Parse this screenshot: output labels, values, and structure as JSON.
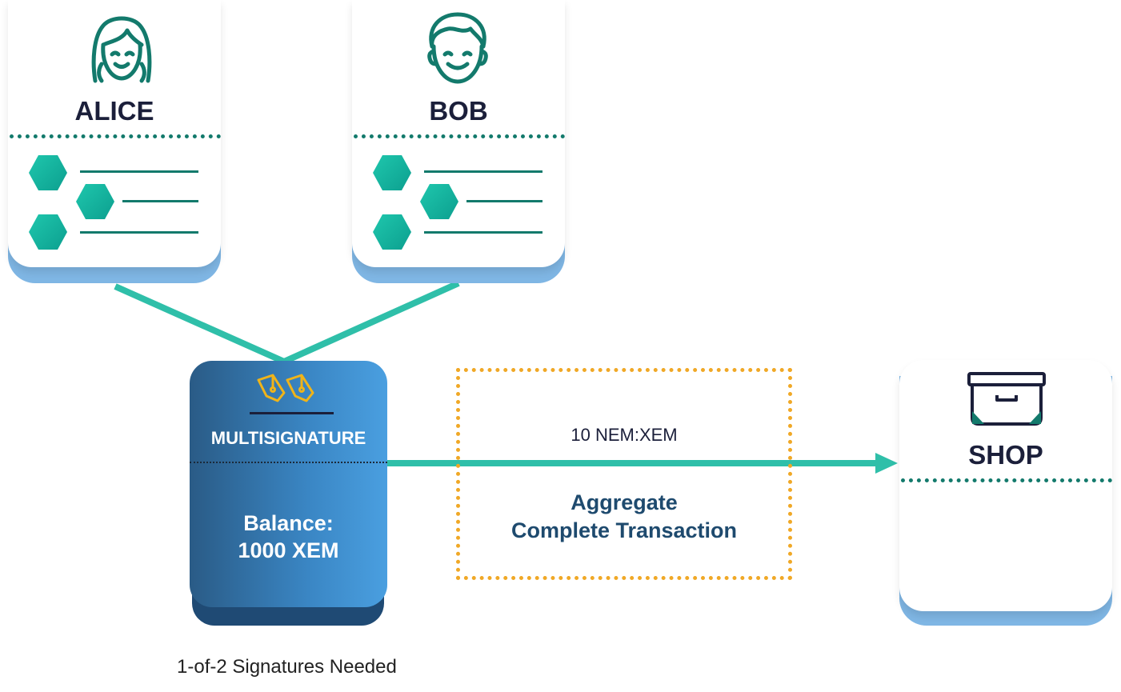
{
  "alice": {
    "title": "ALICE"
  },
  "bob": {
    "title": "BOB"
  },
  "shop": {
    "title": "SHOP"
  },
  "multisig": {
    "label": "MULTISIGNATURE",
    "balance_label": "Balance:",
    "balance_value": "1000 XEM"
  },
  "transfer": {
    "amount": "10 NEM:XEM"
  },
  "aggregate": {
    "line1": "Aggregate",
    "line2": "Complete Transaction"
  },
  "caption": "1-of-2 Signatures Needed",
  "colors": {
    "teal": "#137a6c",
    "connector": "#2fbfa9",
    "aggregate_border": "#f0a826",
    "card_shadow": "#7fb6e4",
    "multisig_dark": "#2a5b86",
    "multisig_light": "#4a9fe0",
    "pen_icon": "#f0b419"
  },
  "icons": [
    "alice-avatar-icon",
    "bob-avatar-icon",
    "pen-nib-icon",
    "storage-box-icon"
  ]
}
